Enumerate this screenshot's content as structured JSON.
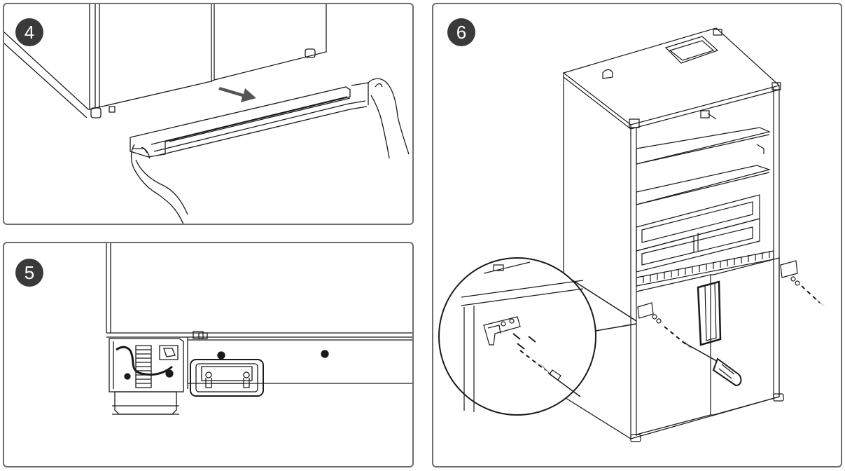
{
  "steps": [
    {
      "number": "4"
    },
    {
      "number": "5"
    },
    {
      "number": "6"
    }
  ],
  "colors": {
    "badge": "#3a3a3a",
    "border": "#6e6e6e",
    "line": "#1a1a1a",
    "arrow_fill": "#555555"
  }
}
